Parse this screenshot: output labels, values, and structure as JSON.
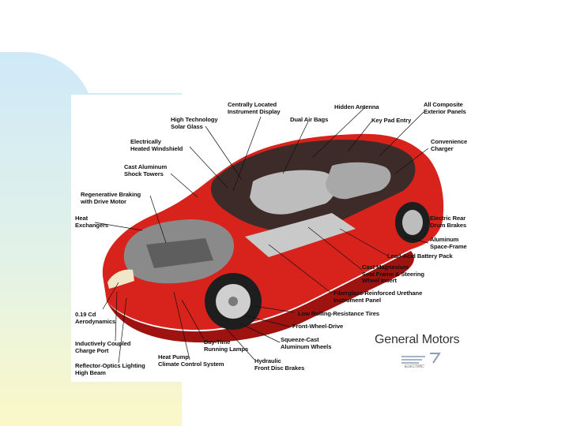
{
  "callouts": [
    {
      "id": "instrument-display",
      "text": "Centrally Located\nInstrument Display"
    },
    {
      "id": "hidden-antenna",
      "text": "Hidden Antenna"
    },
    {
      "id": "composite-panels",
      "text": "All Composite\nExterior Panels"
    },
    {
      "id": "solar-glass",
      "text": "High Technology\nSolar Glass"
    },
    {
      "id": "air-bags",
      "text": "Dual Air Bags"
    },
    {
      "id": "key-pad",
      "text": "Key Pad Entry"
    },
    {
      "id": "heated-windshield",
      "text": "Electrically\nHeated Windshield"
    },
    {
      "id": "convenience-charger",
      "text": "Convenience\nCharger"
    },
    {
      "id": "shock-towers",
      "text": "Cast Aluminum\nShock Towers"
    },
    {
      "id": "regen-braking",
      "text": "Regenerative Braking\nwith Drive Motor"
    },
    {
      "id": "heat-exchangers",
      "text": "Heat\nExchangers"
    },
    {
      "id": "drum-brakes",
      "text": "Electric Rear\nDrum Brakes"
    },
    {
      "id": "space-frame",
      "text": "Aluminum\nSpace-Frame"
    },
    {
      "id": "battery-pack",
      "text": "Lead-Acid Battery Pack"
    },
    {
      "id": "seat-frame",
      "text": "Cast Magnesium\nSeat Frame & Steering\nWheel Insert"
    },
    {
      "id": "instrument-panel",
      "text": "Fiberglass-Reinforced Urethane\nInstrument Panel"
    },
    {
      "id": "aero",
      "text": "0.19 Cd\nAerodynamics"
    },
    {
      "id": "tires",
      "text": "Low Rolling-Resistance Tires"
    },
    {
      "id": "fwd",
      "text": "Front-Wheel-Drive"
    },
    {
      "id": "charge-port",
      "text": "Inductively Coupled\nCharge Port"
    },
    {
      "id": "running-lamps",
      "text": "Day-Time\nRunning Lamps"
    },
    {
      "id": "alu-wheels",
      "text": "Squeeze-Cast\nAluminum Wheels"
    },
    {
      "id": "high-beam",
      "text": "Reflector-Optics Lighting\nHigh Beam"
    },
    {
      "id": "climate",
      "text": "Heat Pump\nClimate Control System"
    },
    {
      "id": "disc-brakes",
      "text": "Hydraulic\nFront Disc Brakes"
    }
  ],
  "brand": {
    "name": "General Motors",
    "logo_text": "ELECTRIC"
  },
  "colors": {
    "car_body": "#d8231c",
    "car_shadow": "#9e130f",
    "glass": "#2c2c2c",
    "bg_blue": "#cfe9f8",
    "bg_yellow": "#fbf8c8"
  }
}
